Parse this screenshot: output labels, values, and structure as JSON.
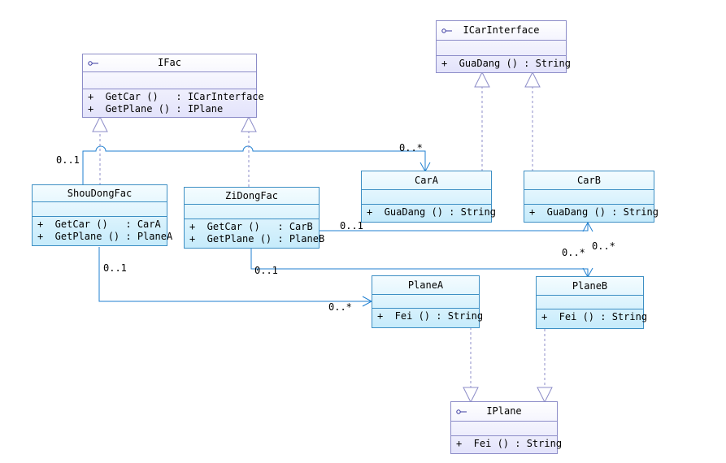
{
  "interfaces": {
    "ifac": {
      "name": "IFac",
      "ops": [
        "+  GetCar ()   : ICarInterface",
        "+  GetPlane () : IPlane"
      ]
    },
    "icar": {
      "name": "ICarInterface",
      "ops": [
        "+  GuaDang () : String"
      ]
    },
    "iplane": {
      "name": "IPlane",
      "ops": [
        "+  Fei () : String"
      ]
    }
  },
  "classes": {
    "shoudong": {
      "name": "ShouDongFac",
      "ops": [
        "+  GetCar ()   : CarA",
        "+  GetPlane () : PlaneA"
      ]
    },
    "zidong": {
      "name": "ZiDongFac",
      "ops": [
        "+  GetCar ()   : CarB",
        "+  GetPlane () : PlaneB"
      ]
    },
    "cara": {
      "name": "CarA",
      "ops": [
        "+  GuaDang () : String"
      ]
    },
    "carb": {
      "name": "CarB",
      "ops": [
        "+  GuaDang () : String"
      ]
    },
    "planea": {
      "name": "PlaneA",
      "ops": [
        "+  Fei () : String"
      ]
    },
    "planeb": {
      "name": "PlaneB",
      "ops": [
        "+  Fei () : String"
      ]
    }
  },
  "multiplicities": {
    "shoudong_car_src": "0..1",
    "car_a_tgt": "0..*",
    "zidong_car_src": "0..1",
    "car_b_tgt": "0..*",
    "zidong_plane_src": "0..1",
    "plane_b_tgt": "0..*",
    "shoudong_plane_src": "0..1",
    "plane_a_tgt": "0..*"
  },
  "colors": {
    "interface_border": "#8c8cc8",
    "class_border": "#3d8fc4",
    "association": "#1f7fd0",
    "realization": "#8c8cc8"
  }
}
